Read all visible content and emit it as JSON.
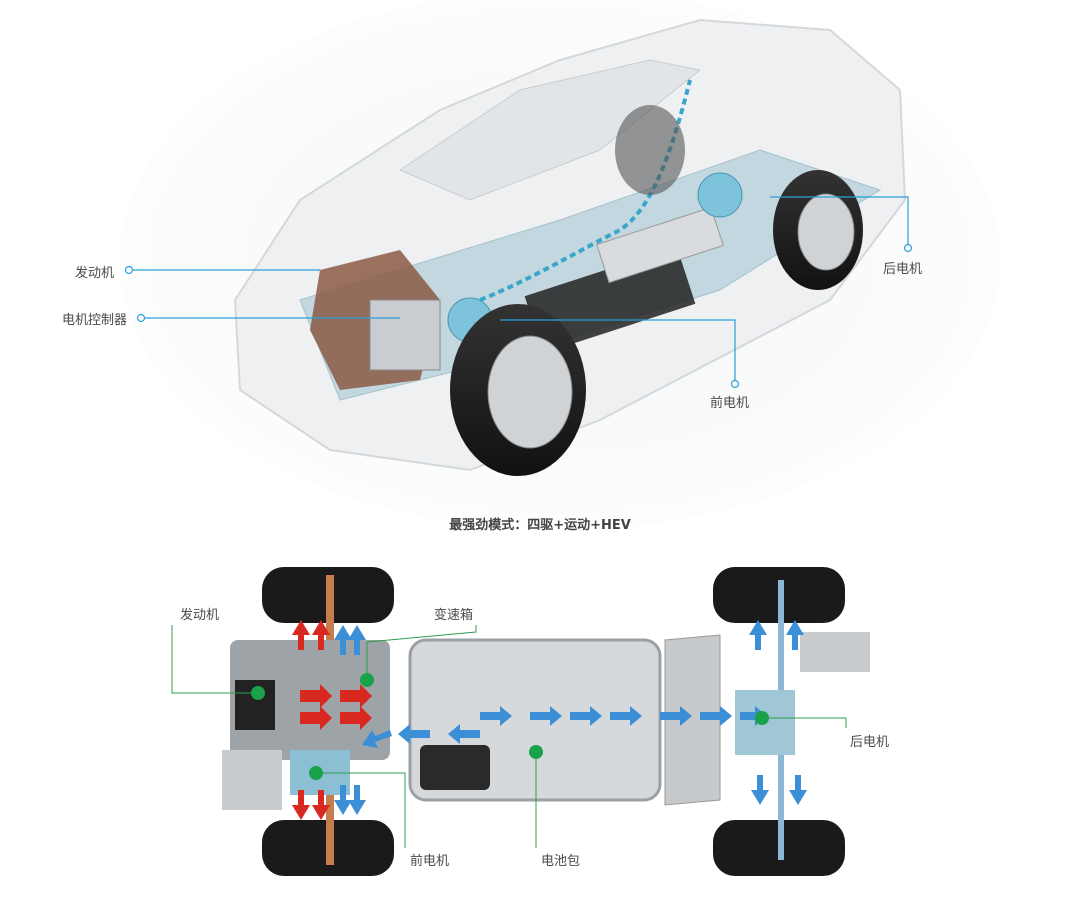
{
  "top_diagram": {
    "labels": {
      "engine": "发动机",
      "motor_controller": "电机控制器",
      "rear_motor": "后电机",
      "front_motor": "前电机"
    },
    "caption": "最强劲模式：四驱+运动+HEV"
  },
  "bottom_diagram": {
    "labels": {
      "engine": "发动机",
      "gearbox": "变速箱",
      "rear_motor": "后电机",
      "front_motor": "前电机",
      "battery_pack": "电池包"
    }
  },
  "colors": {
    "callout_blue": "#2a9fd8",
    "callout_green": "#2e9e4f",
    "flow_blue": "#3b8fd6",
    "flow_red": "#d8281f"
  }
}
